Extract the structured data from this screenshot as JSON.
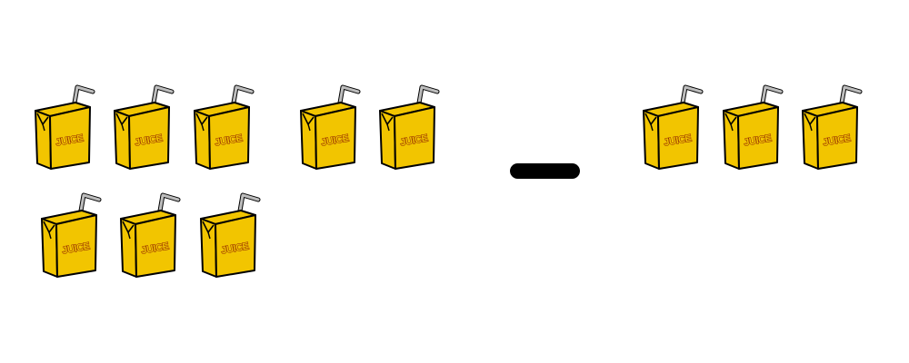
{
  "equation": {
    "operator": "minus",
    "left_group": {
      "count": 8,
      "label": "JUICE"
    },
    "right_group": {
      "count": 3,
      "label": "JUICE"
    }
  },
  "colors": {
    "box_fill": "#f2c500",
    "outline": "#000000",
    "label_fill": "#f2c500",
    "label_stroke": "#8b1a00",
    "straw": "#bdbdbd"
  }
}
